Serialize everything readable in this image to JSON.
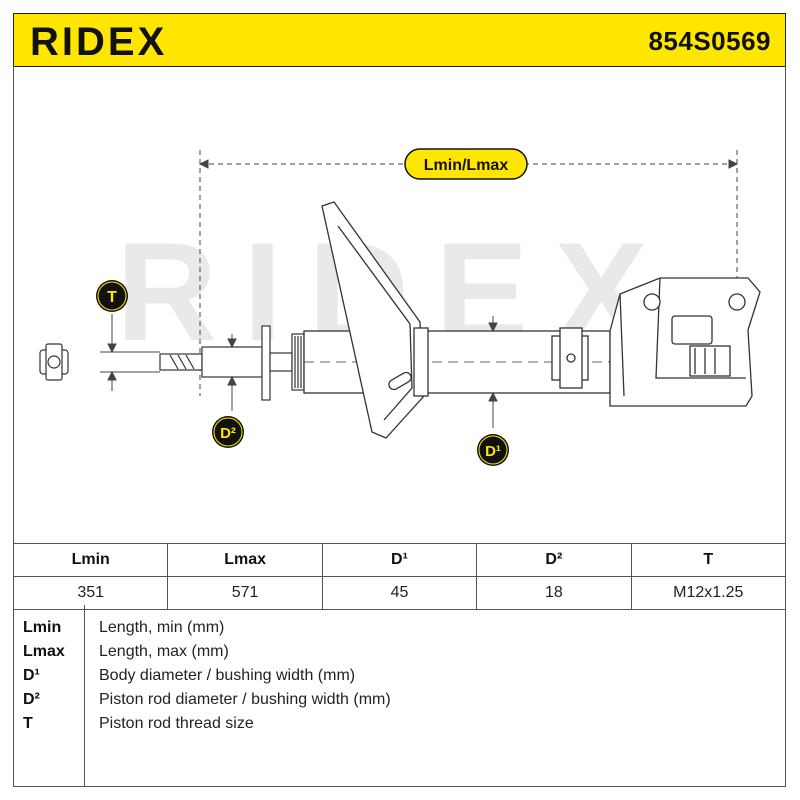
{
  "header": {
    "brand": "RIDEX",
    "part_number": "854S0569"
  },
  "drawing": {
    "watermark": "RIDEX",
    "labels": {
      "length": "Lmin/Lmax",
      "thread": "T",
      "rod_diameter": "D²",
      "body_diameter": "D¹"
    },
    "colors": {
      "accent": "#ffe600",
      "badge": "#111111",
      "line": "#333333",
      "watermark": "#e6e6e6"
    }
  },
  "specs": {
    "headers": [
      "Lmin",
      "Lmax",
      "D¹",
      "D²",
      "T"
    ],
    "values": [
      "351",
      "571",
      "45",
      "18",
      "M12x1.25"
    ]
  },
  "legend": [
    {
      "key": "Lmin",
      "desc": "Length, min (mm)"
    },
    {
      "key": "Lmax",
      "desc": "Length, max (mm)"
    },
    {
      "key": "D¹",
      "desc": "Body diameter / bushing width (mm)"
    },
    {
      "key": "D²",
      "desc": "Piston rod diameter / bushing width (mm)"
    },
    {
      "key": "T",
      "desc": "Piston rod thread size"
    }
  ]
}
